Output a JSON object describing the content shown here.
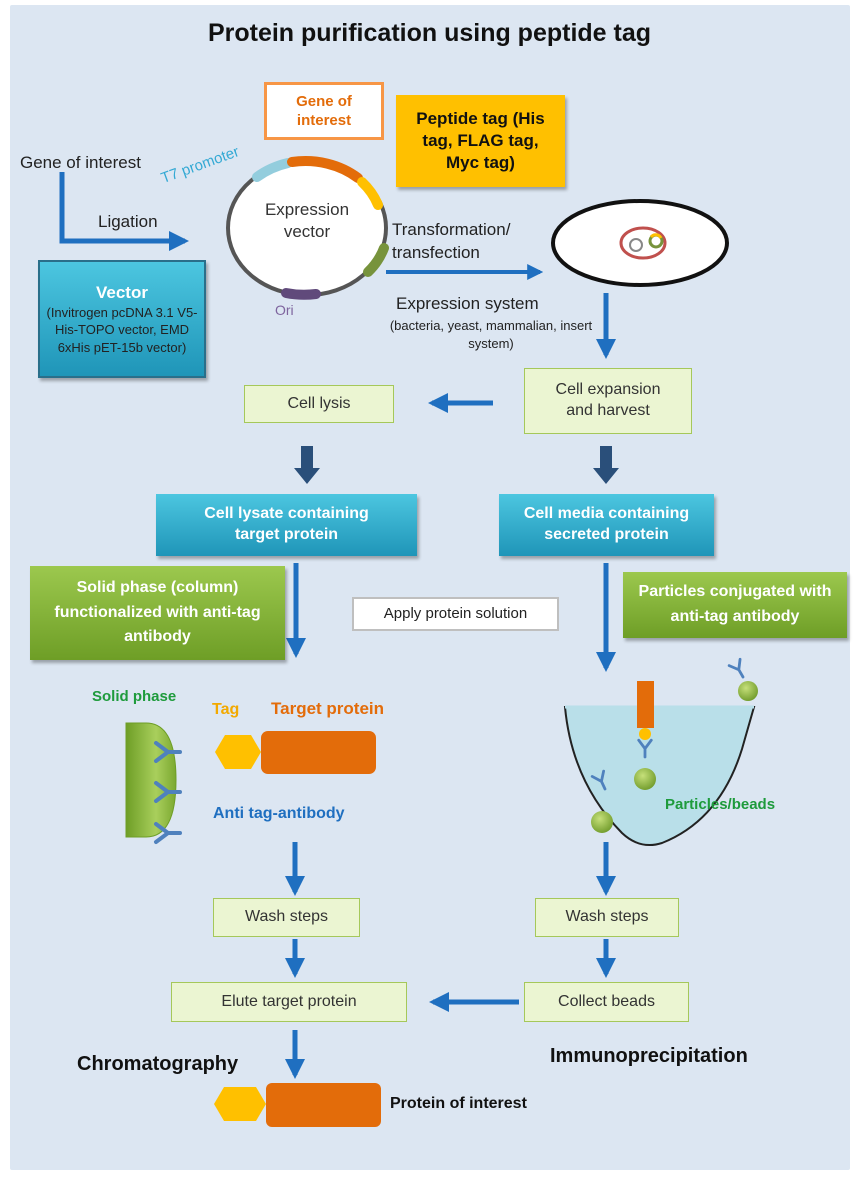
{
  "title": "Protein purification using peptide tag",
  "cloning": {
    "gene_of_interest_box": "Gene of interest",
    "peptide_tag_box": "Peptide tag (His tag, FLAG tag, Myc tag)",
    "gene_of_interest_label": "Gene of interest",
    "ligation": "Ligation",
    "t7_promoter": "T7 promoter",
    "expression_vector": "Expression vector",
    "ori": "Ori",
    "vector_title": "Vector",
    "vector_desc": "(Invitrogen pcDNA 3.1 V5-His-TOPO vector, EMD 6xHis pET-15b vector)",
    "transformation": "Transformation/ transfection",
    "expression_system": "Expression system",
    "expression_system_desc": "(bacteria, yeast, mammalian, insert system)"
  },
  "steps": {
    "cell_expansion": "Cell expansion and harvest",
    "cell_lysis": "Cell lysis",
    "cell_lysate": "Cell lysate containing target protein",
    "cell_media": "Cell media containing secreted protein",
    "solid_phase_box": "Solid phase (column) functionalized with anti-tag antibody",
    "apply_solution": "Apply protein solution",
    "particles_box": "Particles conjugated with anti-tag antibody"
  },
  "chromatography": {
    "solid_phase_label": "Solid phase",
    "tag_label": "Tag",
    "target_protein_label": "Target protein",
    "antibody_label": "Anti tag-antibody",
    "wash": "Wash steps",
    "elute": "Elute target protein",
    "method": "Chromatography"
  },
  "immunoprecipitation": {
    "beads_label": "Particles/beads",
    "wash": "Wash steps",
    "collect": "Collect beads",
    "method": "Immunoprecipitation"
  },
  "result": {
    "protein_of_interest": "Protein of interest"
  },
  "colors": {
    "arrow_blue": "#1f6fc0",
    "arrow_dark": "#2a4f7a",
    "orange": "#e36c0a",
    "tag_yellow": "#ffc000",
    "bead_green": "#8db63c",
    "antibody_blue": "#4f81bd",
    "green_text": "#1e9b3c",
    "label_blue": "#1f6fc0"
  }
}
